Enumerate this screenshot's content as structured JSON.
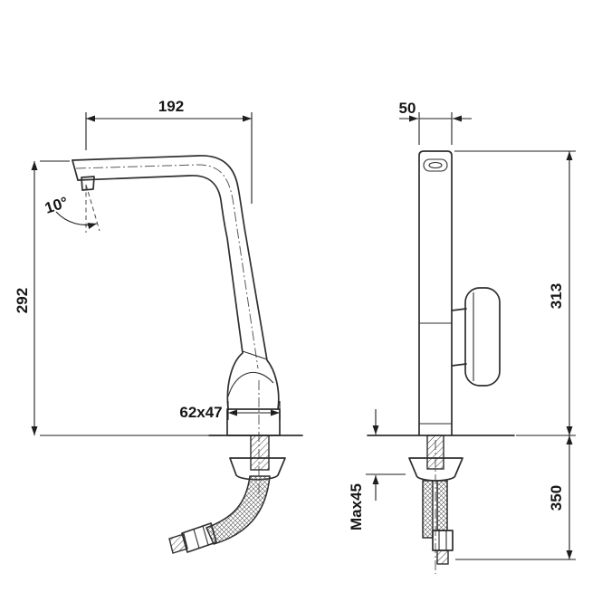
{
  "colors": {
    "background": "#ffffff",
    "line": "#2e2e2e",
    "dimension_line": "#1e1e1e"
  },
  "drawing": {
    "dimensions": {
      "spout_reach": "192",
      "spout_angle": "10°",
      "spout_height": "292",
      "base_size": "62x47",
      "top_width": "50",
      "body_height": "313",
      "hose_length": "350",
      "max_counter_thickness": "Max45"
    }
  }
}
